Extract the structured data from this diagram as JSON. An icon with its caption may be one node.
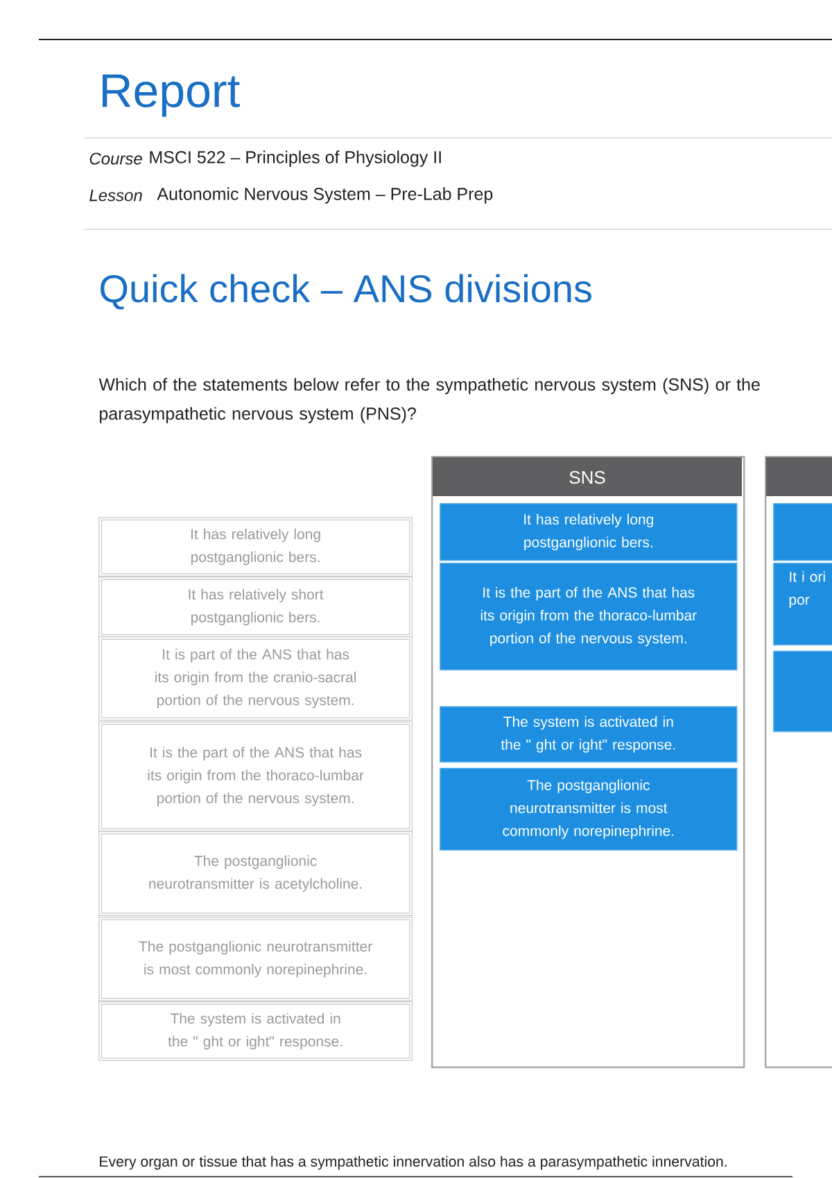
{
  "diagram": {
    "title": "Report",
    "nodes": [
      {
        "text": [
          "It has relatively long postganglionic bers."
        ]
      },
      {
        "text": [
          "It has relatively short postganglionic bers."
        ]
      },
      {
        "text": [
          "It is part of the ANS that has its origin from the cranio-sacral portion of the nervous system."
        ]
      },
      {
        "text": [
          "It is the part of the ANS that has its origin from the thoraco-lumbar portion of the nervous system."
        ]
      },
      {
        "text": [
          "The postganglionic neurotransmitter is acetylcholine."
        ]
      },
      {
        "text": [
          "The postganglionic neurotransmitter is most commonly norepinephrine."
        ]
      },
      {
        "text": [
          "The system is activated in the \" ght or ight\" response."
        ]
      },
      {
        "text": [
          "SNS"
        ]
      },
      {
        "text": [
          "It has relatively long postganglionic bers."
        ],
        "in": 7
      },
      {
        "text": [
          "It is the part of the ANS that has its origin from the thoraco-lumbar portion of the nervous system."
        ],
        "in": 7
      },
      {
        "text": [
          "The system is activated in the \" ght or ight\" response."
        ],
        "in": 7
      },
      {
        "text": [
          "The postganglionic neurotransmitter is most commonly norepinephrine."
        ],
        "in": 7
      },
      {
        "text": [],
        "shape": "box"
      },
      {
        "text": [],
        "shape": "box",
        "in": 12
      },
      {
        "text": [
          "It i ori por"
        ],
        "in": 12
      },
      {
        "text": [],
        "shape": "box",
        "in": 12
      }
    ],
    "edges": [],
    "labels": [
      "Course",
      "MSCI 522 – Principles of Physiology II",
      "Lesson",
      "Autonomic Nervous System – Pre-Lab Prep",
      "Quick check – ANS divisions",
      "Which of the statements below refer to the sympathetic nervous system (SNS) or the parasympathetic nervous system (PNS)?",
      "Every organ or tissue that has a sympathetic innervation also has a parasympathetic innervation."
    ]
  }
}
